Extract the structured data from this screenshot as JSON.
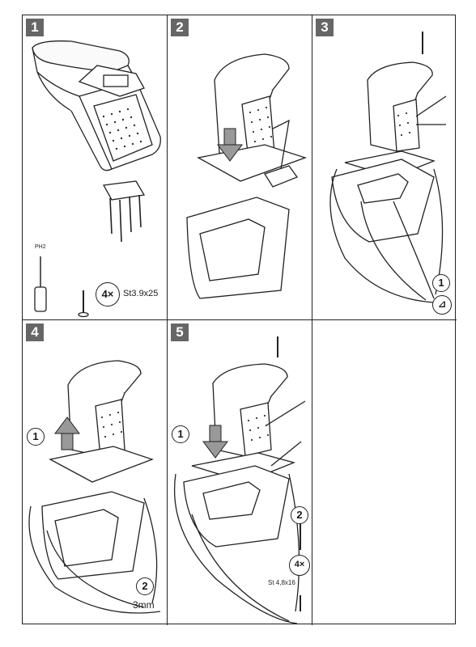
{
  "steps": [
    {
      "number": "1"
    },
    {
      "number": "2"
    },
    {
      "number": "3"
    },
    {
      "number": "4"
    },
    {
      "number": "5"
    }
  ],
  "step1": {
    "driver_label": "PH2",
    "qty_label": "4×",
    "screw_spec": "St3.9x25"
  },
  "step3": {
    "callout": "1"
  },
  "step4": {
    "callout_1": "1",
    "callout_2": "2",
    "hex_key": "3mm"
  },
  "step5": {
    "callout_1": "1",
    "callout_2": "2",
    "qty_label": "4×",
    "screw_spec": "St 4,8x16"
  }
}
